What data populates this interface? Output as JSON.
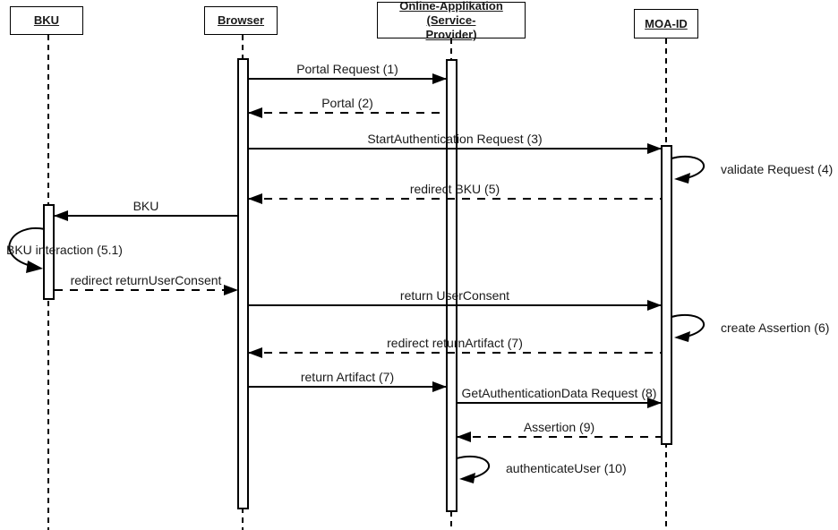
{
  "diagram": {
    "kind": "uml-sequence-diagram",
    "background": "#ffffff",
    "line_color": "#000000"
  },
  "actors": [
    {
      "id": "bku",
      "label": "BKU"
    },
    {
      "id": "browser",
      "label": "Browser"
    },
    {
      "id": "online-applikation",
      "label": "Online-Applikation (Service-\nProvider)"
    },
    {
      "id": "moa-id",
      "label": "MOA-ID"
    }
  ],
  "messages": [
    {
      "label": "Portal Request (1)",
      "from": "Browser",
      "to": "Online-Applikation (Service-Provider)",
      "line": "solid"
    },
    {
      "label": "Portal (2)",
      "from": "Online-Applikation (Service-Provider)",
      "to": "Browser",
      "line": "dashed"
    },
    {
      "label": "StartAuthentication Request (3)",
      "from": "Browser",
      "to": "MOA-ID",
      "line": "solid"
    },
    {
      "label": "validate Request (4)",
      "actor": "MOA-ID",
      "line": "self"
    },
    {
      "label": "redirect BKU (5)",
      "from": "MOA-ID",
      "to": "Browser",
      "line": "dashed"
    },
    {
      "label": "BKU",
      "from": "Browser",
      "to": "BKU",
      "line": "solid"
    },
    {
      "label": "BKU interaction (5.1)",
      "actor": "BKU",
      "line": "self"
    },
    {
      "label": "redirect returnUserConsent",
      "from": "BKU",
      "to": "Browser",
      "line": "dashed"
    },
    {
      "label": "return UserConsent",
      "from": "Browser",
      "to": "MOA-ID",
      "line": "solid"
    },
    {
      "label": "create Assertion (6)",
      "actor": "MOA-ID",
      "line": "self"
    },
    {
      "label": "redirect returnArtifact (7)",
      "from": "MOA-ID",
      "to": "Browser",
      "line": "dashed"
    },
    {
      "label": "return Artifact (7)",
      "from": "Browser",
      "to": "Online-Applikation (Service-Provider)",
      "line": "solid"
    },
    {
      "label": "GetAuthenticationData Request (8)",
      "from": "Online-Applikation (Service-Provider)",
      "to": "MOA-ID",
      "line": "solid"
    },
    {
      "label": "Assertion (9)",
      "from": "MOA-ID",
      "to": "Online-Applikation (Service-Provider)",
      "line": "dashed"
    },
    {
      "label": "authenticateUser (10)",
      "actor": "Online-Applikation (Service-Provider)",
      "line": "self"
    }
  ]
}
